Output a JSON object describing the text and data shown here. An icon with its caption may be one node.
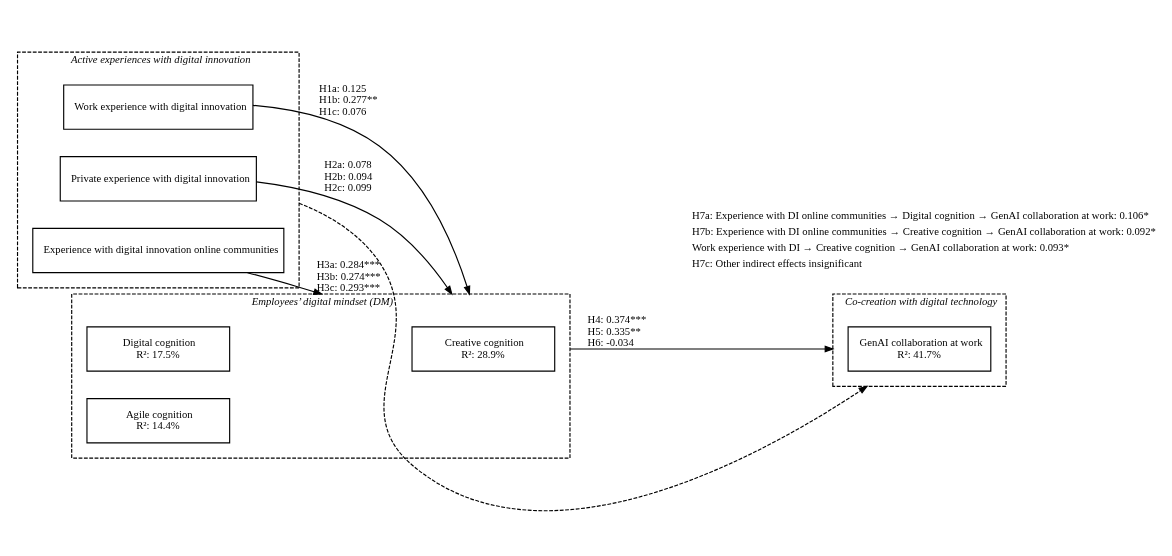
{
  "diagram": {
    "nodes": [
      {
        "text": [
          "Active experiences with digital innovation"
        ]
      },
      {
        "text": [
          "Work experience with digital innovation"
        ],
        "in": 0
      },
      {
        "text": [
          "Private experience with digital innovation"
        ],
        "in": 0
      },
      {
        "text": [
          "Experience with digital innovation online communities"
        ],
        "in": 0
      },
      {
        "text": [
          "Employees’ digital mindset (DM)"
        ]
      },
      {
        "text": [
          "Digital cognition",
          "R²: 17.5%"
        ],
        "in": 4
      },
      {
        "text": [
          "Creative cognition",
          "R²: 28.9%"
        ],
        "in": 4
      },
      {
        "text": [
          "Agile cognition",
          "R²: 14.4%"
        ],
        "in": 4
      },
      {
        "text": [
          "Co-creation with digital technology"
        ]
      },
      {
        "text": [
          "GenAI collaboration at work",
          "R²: 41.7%"
        ],
        "in": 8
      }
    ],
    "edges": [
      {
        "from": 1,
        "to": 4,
        "arrow": "to",
        "label": "H1a: 0.125 H1b: 0.277** H1c: 0.076"
      },
      {
        "from": 2,
        "to": 4,
        "arrow": "to",
        "label": "H2a: 0.078 H2b: 0.094 H2c: 0.099"
      },
      {
        "from": 3,
        "to": 4,
        "arrow": "to",
        "label": "H3a: 0.284*** H3b: 0.274*** H3c: 0.293***"
      },
      {
        "from": 4,
        "to": 8,
        "arrow": "to",
        "label": "H4: 0.374*** H5: 0.335** H6: -0.034"
      },
      {
        "from": 0,
        "to": 8,
        "arrow": "to",
        "style": "dashed"
      }
    ],
    "labels": [
      "H7a: Experience with DI online communities → Digital cognition → GenAI collaboration at work: 0.106*",
      "H7b: Experience with DI online communities → Creative cognition → GenAI collaboration at work: 0.092*",
      "Work experience with DI → Creative cognition → GenAI collaboration at work: 0.093*",
      "H7c: Other indirect effects insignificant"
    ]
  }
}
